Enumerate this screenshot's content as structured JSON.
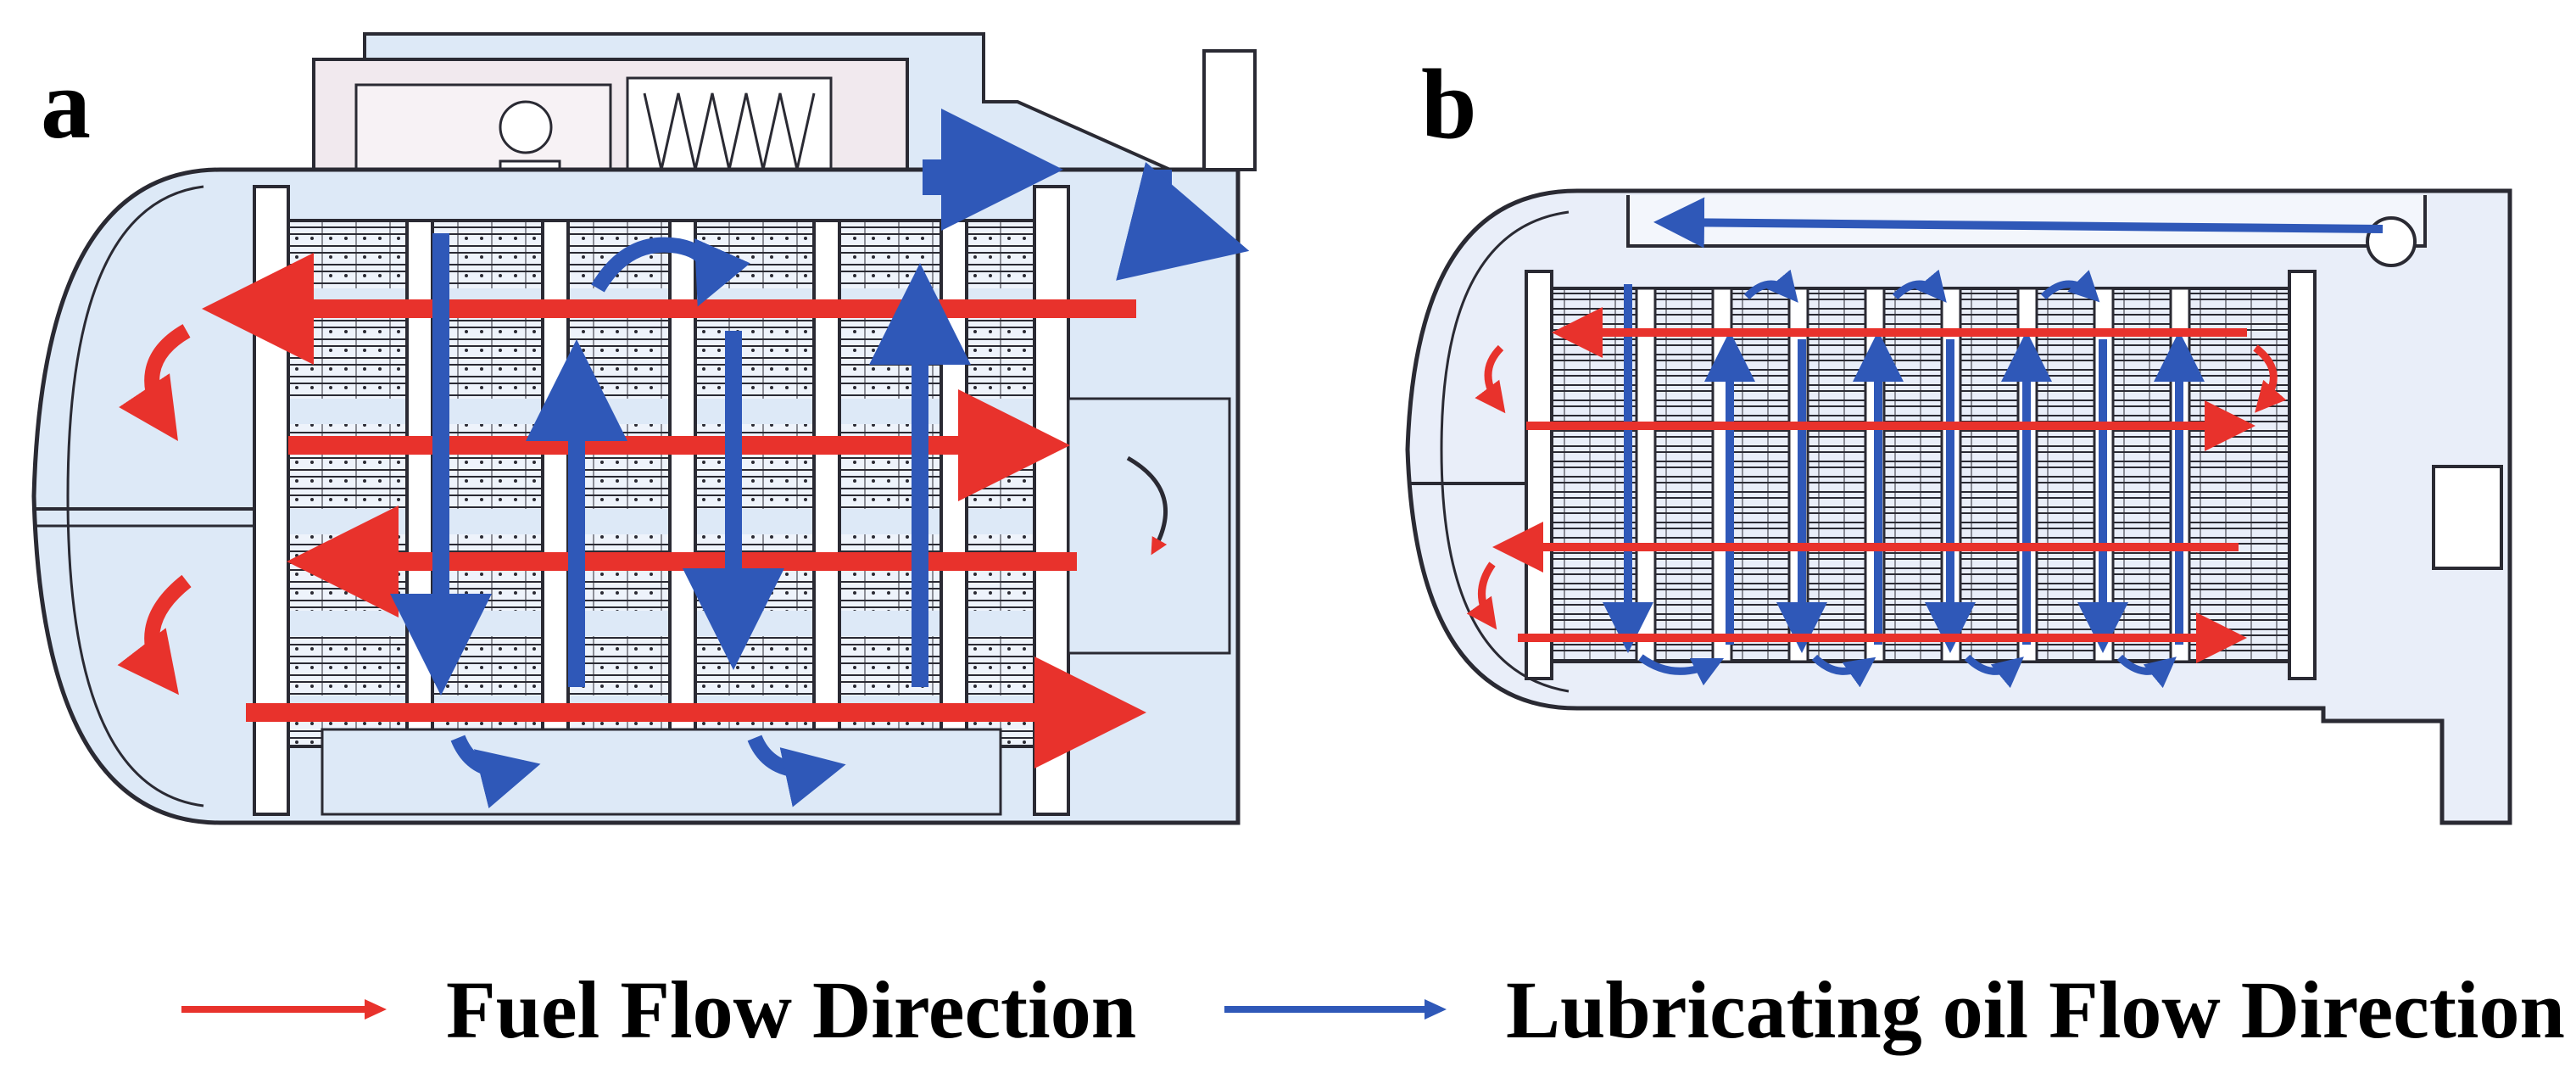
{
  "panels": [
    {
      "label": "a"
    },
    {
      "label": "b"
    }
  ],
  "legend": [
    {
      "text": "Fuel Flow Direction",
      "color": "#e8322c"
    },
    {
      "text": "Lubricating oil Flow Direction",
      "color": "#2f58b8"
    }
  ],
  "colors": {
    "fuel": "#e8322c",
    "oil": "#2f58b8",
    "housing_fill": "#dde9f7",
    "outline": "#2a2a33"
  }
}
